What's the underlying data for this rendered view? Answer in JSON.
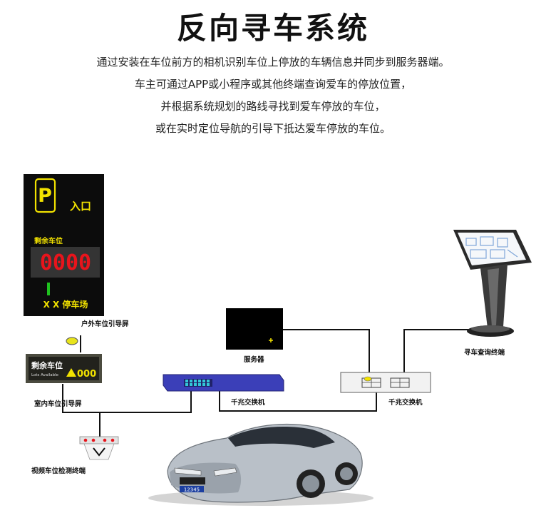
{
  "title": "反向寻车系统",
  "description": [
    "通过安装在车位前方的相机识别车位上停放的车辆信息并同步到服务器端。",
    "车主可通过APP或小程序或其他终端查询爱车的停放位置，",
    "并根据系统规划的路线寻找到爱车停放的车位，",
    "或在实时定位导航的引导下抵达爱车停放的车位。"
  ],
  "outdoor_screen": {
    "parking_symbol": "P",
    "entrance_label": "入口",
    "remaining_label": "剩余车位",
    "count": "0000",
    "lot_name": "X X 停车场",
    "caption": "户外车位引导屏"
  },
  "indoor_screen": {
    "remaining_label": "剩余车位",
    "available_en": "Lots Available",
    "count": "000",
    "caption": "室内车位引导屏"
  },
  "camera": {
    "caption": "视频车位检测终端"
  },
  "server": {
    "caption": "服务器"
  },
  "switch_left": {
    "caption": "千兆交换机"
  },
  "switch_right": {
    "caption": "千兆交换机"
  },
  "kiosk": {
    "caption": "寻车查询终端"
  },
  "car": {
    "plate": "12345"
  },
  "colors": {
    "led_red": "#e8141c",
    "led_green": "#1fc21f",
    "sign_yellow": "#f2e200",
    "switch_blue": "#3b3fb8",
    "port_cyan": "#33c6d8",
    "plate_blue": "#1c3fa0",
    "car_silver": "#b9c0c8"
  }
}
